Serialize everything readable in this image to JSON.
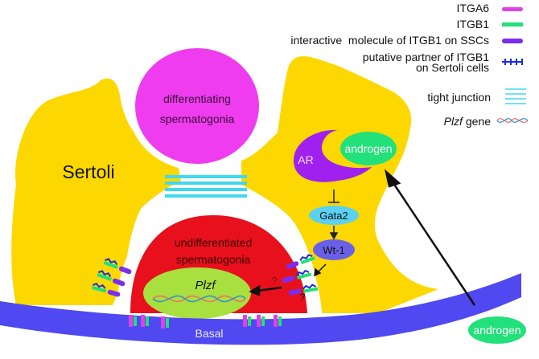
{
  "legend": {
    "items": [
      {
        "label": "ITGA6",
        "color": "#e040e8",
        "icon": "itga6-bar"
      },
      {
        "label": "ITGB1",
        "color": "#22e07a",
        "icon": "itgb1-bar"
      },
      {
        "label": "interactive  molecule of ITGB1 on SSCs",
        "color": "#7a2cf0",
        "icon": "interactive-molecule-bar"
      },
      {
        "label_line1": "putative partner of ITGB1",
        "label_line2": "on Sertoli cells",
        "color": "#1a2ce0",
        "icon": "putative-partner-chain"
      },
      {
        "label": "tight junction",
        "color": "#40d8f0",
        "icon": "tight-junction-lines"
      },
      {
        "label_italic": "Plzf",
        "label_rest": " gene",
        "icon": "plzf-gene-helix"
      }
    ]
  },
  "cells": {
    "sertoli_label": "Sertoli",
    "differentiating_line1": "differentiating",
    "differentiating_line2": "spermatogonia",
    "undifferentiated_line1": "undifferentiated",
    "undifferentiated_line2": "spermatogonia",
    "nucleus_gene": "Plzf",
    "basal_label": "Basal"
  },
  "pathway": {
    "receptor": "AR",
    "ligand_inside": "androgen",
    "gata2": "Gata2",
    "wt1": "Wt-1",
    "ligand_outside": "androgen",
    "unknown_mark_1": "?",
    "unknown_mark_2": "?"
  },
  "colors": {
    "sertoli": "#fcd800",
    "differentiating": "#ee3cee",
    "undifferentiated": "#e8101c",
    "nucleus": "#a8e040",
    "basal": "#5048f0",
    "ar": "#a020f0",
    "androgen": "#22e07a",
    "gata2": "#5cd0f0",
    "wt1": "#6a60e8",
    "tight_junction": "#40d8f0"
  }
}
